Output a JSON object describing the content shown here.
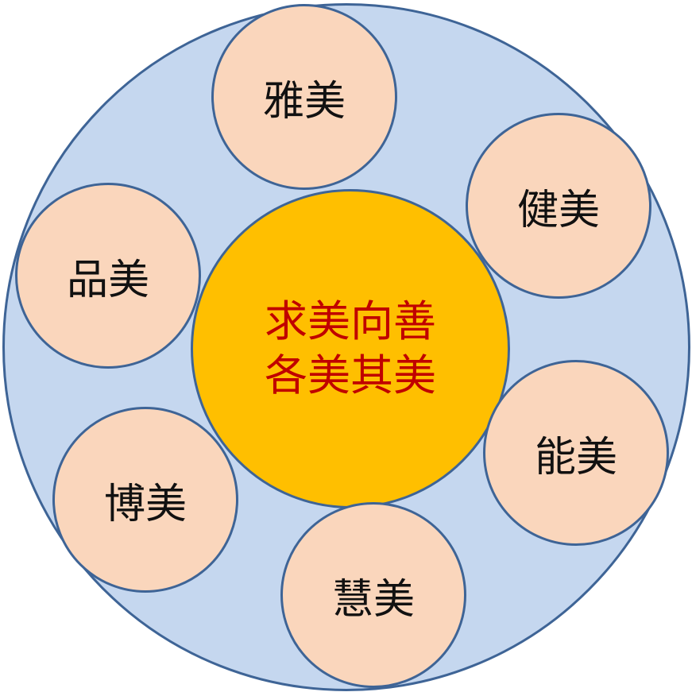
{
  "center": {
    "line1": "求美向善",
    "line2": "各美其美"
  },
  "petals": [
    {
      "id": "ya",
      "label": "雅美"
    },
    {
      "id": "jian",
      "label": "健美"
    },
    {
      "id": "neng",
      "label": "能美"
    },
    {
      "id": "hui",
      "label": "慧美"
    },
    {
      "id": "bo",
      "label": "博美"
    },
    {
      "id": "pin",
      "label": "品美"
    }
  ],
  "colors": {
    "outer_fill": "#C5D7EF",
    "border": "#3E6496",
    "center_fill": "#FFBF00",
    "center_text": "#C00000",
    "petal_fill": "#FAD6BC",
    "petal_text": "#111111"
  }
}
